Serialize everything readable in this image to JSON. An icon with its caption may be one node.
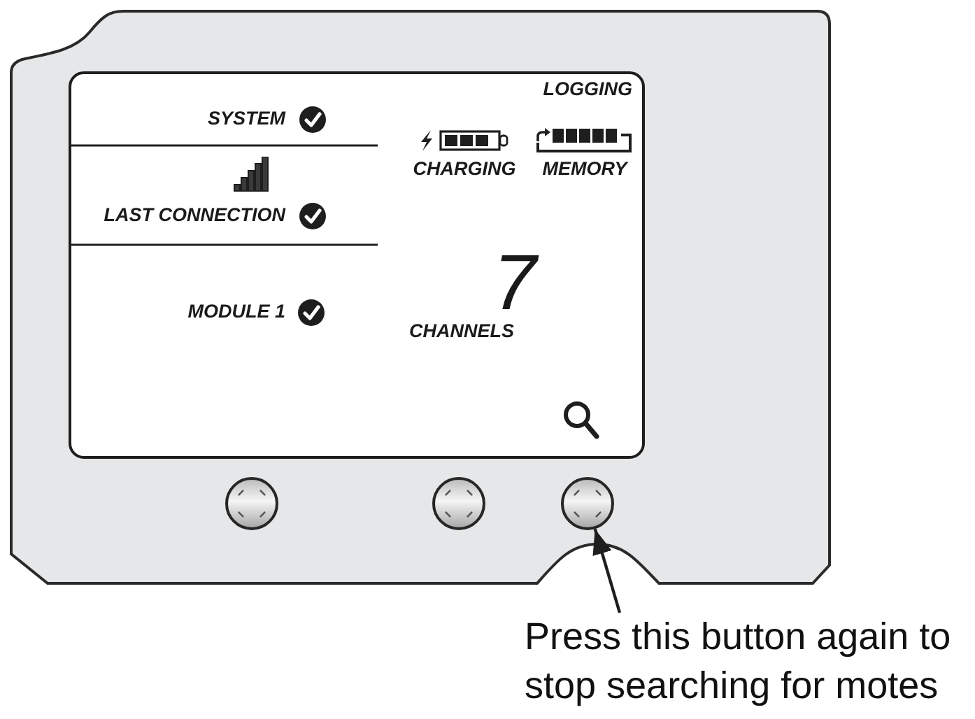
{
  "diagram": {
    "nodes": [
      {
        "text": [],
        "shape": "circle"
      },
      {
        "text": [],
        "shape": "circle"
      },
      {
        "text": [],
        "shape": "circle"
      },
      {
        "text": [
          "Press this button again to stop searching for motes"
        ]
      }
    ],
    "edges": [
      {
        "from": 3,
        "to": 2,
        "arrow": "to"
      }
    ],
    "labels": [
      "LOGGING",
      "SYSTEM",
      "CHARGING",
      "MEMORY",
      "LAST CONNECTION",
      "7",
      "MODULE 1",
      "CHANNELS"
    ]
  }
}
